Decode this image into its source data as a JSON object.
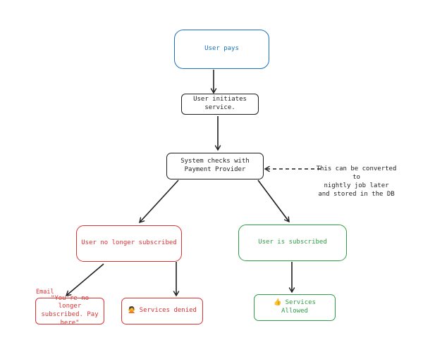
{
  "diagram": {
    "nodes": {
      "user_pays": {
        "text": "User pays",
        "color": "#1971c2"
      },
      "initiates": {
        "text": "User initiates service.",
        "color": "#1e1e1e"
      },
      "system_checks": {
        "text": "System checks with Payment Provider",
        "color": "#1e1e1e"
      },
      "not_subscribed": {
        "text": "User no longer subscribed",
        "color": "#e03131"
      },
      "subscribed": {
        "text": "User is subscribed",
        "color": "#2f9e44"
      },
      "email_msg": {
        "text": "\"You're no longer subscribed. Pay here\"",
        "color": "#e03131"
      },
      "denied": {
        "text": "🙅 Services denied",
        "color": "#e03131"
      },
      "allowed": {
        "text": "👍 Services Allowed",
        "color": "#2f9e44"
      }
    },
    "note": "This can be converted to\nnightly job later\nand stored in the DB",
    "email_label": "Email",
    "edge_color": "#1e1e1e"
  }
}
